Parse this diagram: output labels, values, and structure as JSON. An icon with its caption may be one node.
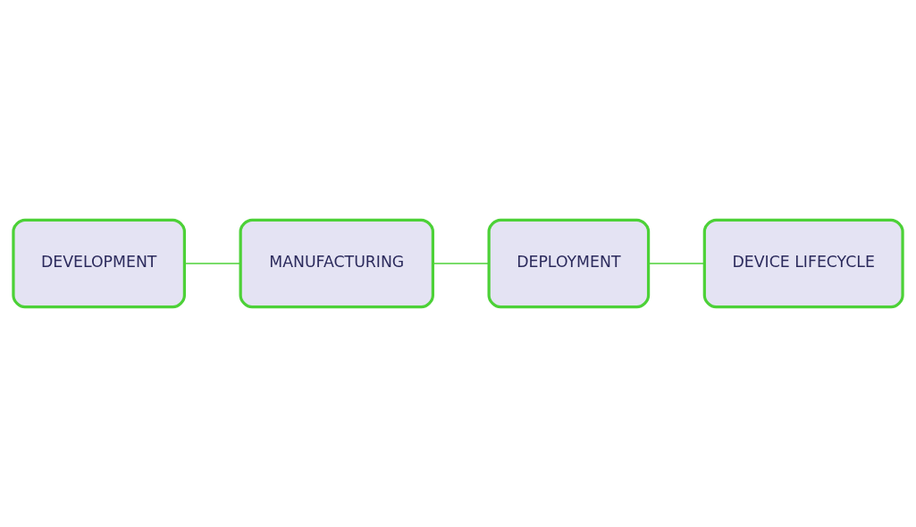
{
  "diagram": {
    "nodes": [
      {
        "text": [
          "DEVELOPMENT"
        ]
      },
      {
        "text": [
          "MANUFACTURING"
        ]
      },
      {
        "text": [
          "DEPLOYMENT"
        ]
      },
      {
        "text": [
          "DEVICE LIFECYCLE"
        ]
      }
    ],
    "edges": [
      {
        "from": 0,
        "to": 1,
        "arrow": "none"
      },
      {
        "from": 1,
        "to": 2,
        "arrow": "none"
      },
      {
        "from": 2,
        "to": 3,
        "arrow": "none"
      }
    ]
  }
}
